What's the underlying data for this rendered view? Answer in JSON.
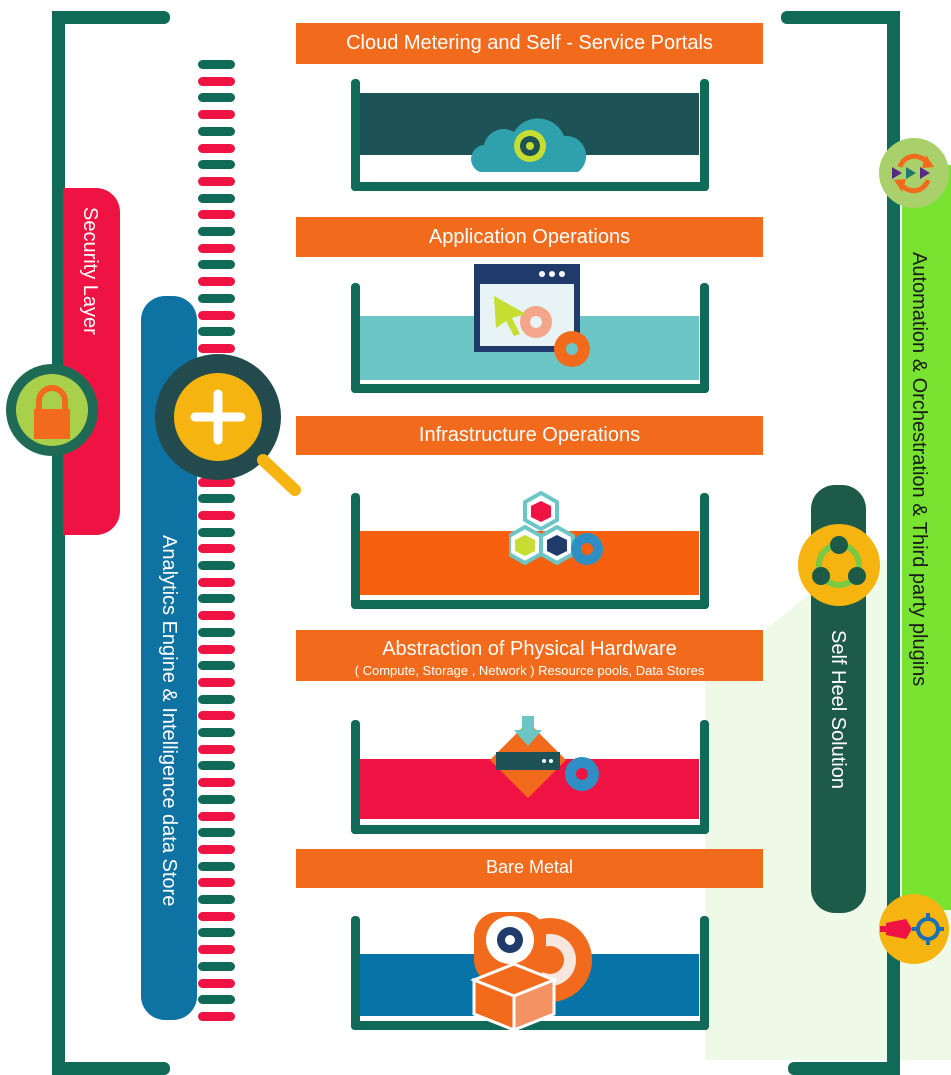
{
  "layers": [
    {
      "title": "Cloud Metering and Self - Service Portals",
      "subtitle": "",
      "icon": "cloud-icon",
      "band_color": "#1d5356"
    },
    {
      "title": "Application Operations",
      "subtitle": "",
      "icon": "app-window-gear-icon",
      "band_color": "#6cc6c6"
    },
    {
      "title": "Infrastructure Operations",
      "subtitle": "",
      "icon": "cubes-gear-icon",
      "band_color": "#f7600f"
    },
    {
      "title": "Abstraction of Physical Hardware",
      "subtitle": "( Compute, Storage , Network ) Resource pools, Data Stores",
      "icon": "server-download-gear-icon",
      "band_color": "#ee1342"
    },
    {
      "title": "Bare Metal",
      "subtitle": "",
      "icon": "disk-box-gear-icon",
      "band_color": "#0873a6"
    }
  ],
  "side": {
    "security": {
      "label": "Security Layer",
      "icon": "lock-icon",
      "color": "#ee1342"
    },
    "analytics": {
      "label": "Analytics Engine  & Intelligence data Store",
      "icon": "magnifier-plus-icon",
      "color": "#0e72a3"
    },
    "self_heal": {
      "label": "Self Heel Solution",
      "icon": "recycle-nodes-icon",
      "color": "#1e5a48"
    },
    "automation": {
      "label": "Automation & Orchestration & Third party plugins",
      "icons": [
        "sync-arrows-icon",
        "plug-gear-icon"
      ],
      "color": "#79e332"
    }
  },
  "colors": {
    "bracket": "#106a57",
    "header": "#f26b1d",
    "dash_a": "#106a57",
    "dash_b": "#ee1342"
  }
}
